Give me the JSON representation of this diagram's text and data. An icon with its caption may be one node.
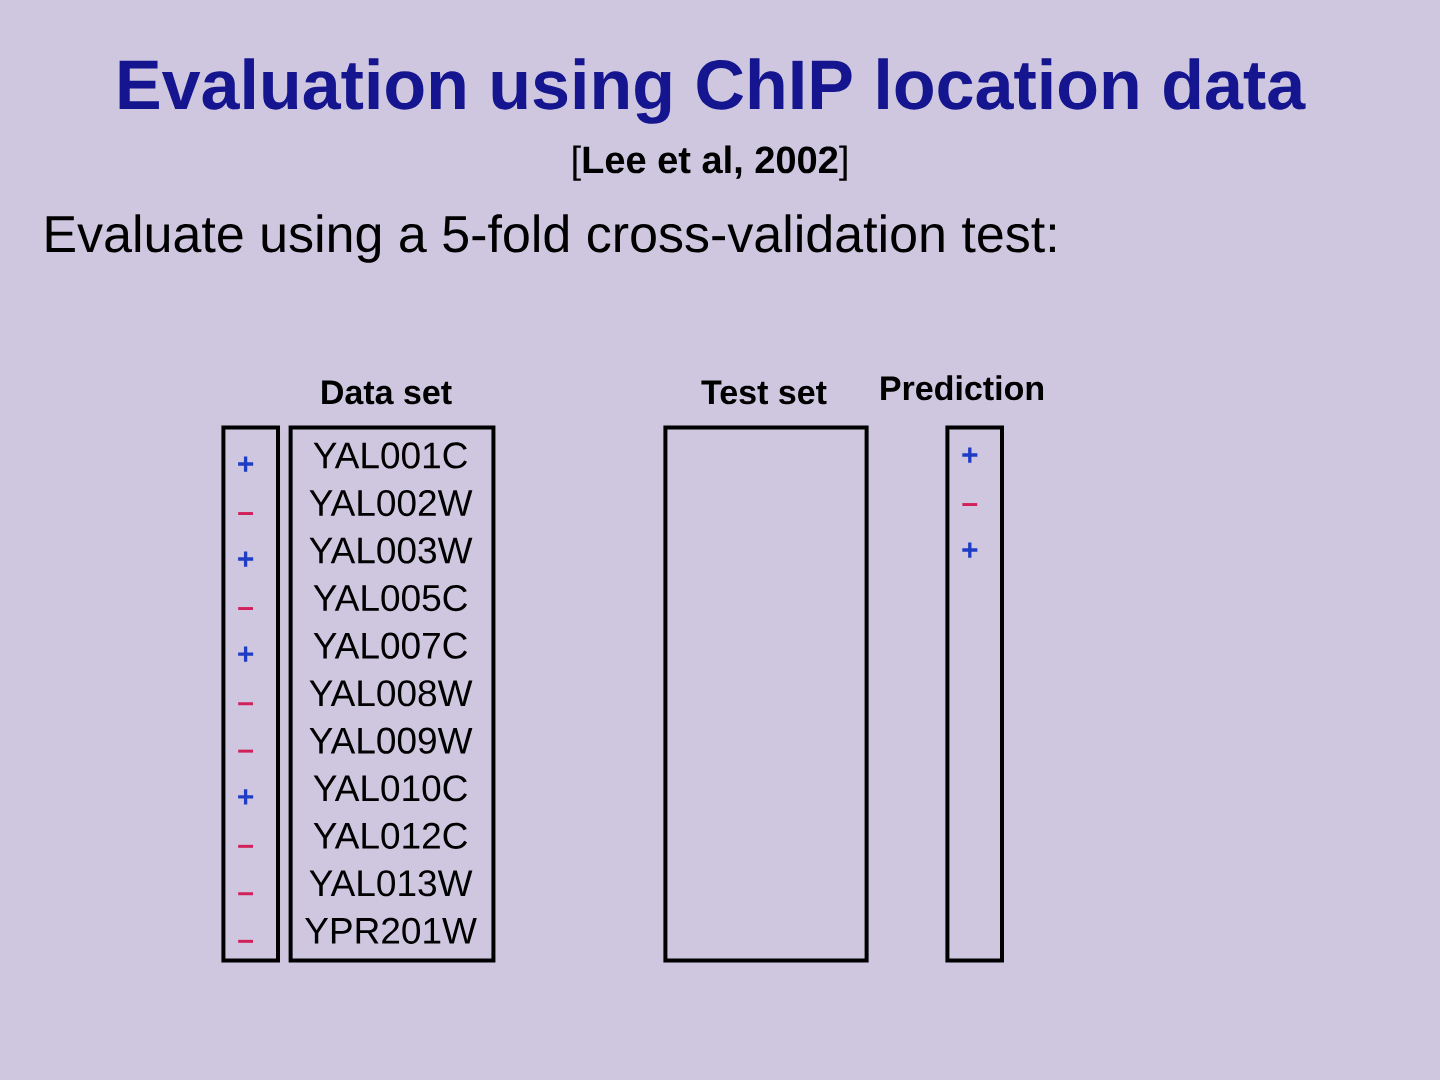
{
  "diagram": {
    "title": "Evaluation using ChIP location data",
    "nodes": [
      {
        "text": [
          "+",
          "–",
          "+",
          "–",
          "+",
          "–",
          "–",
          "+",
          "–",
          "–",
          "–"
        ]
      },
      {
        "text": [
          "Data set",
          "YAL001C",
          "YAL002W",
          "YAL003W",
          "YAL005C",
          "YAL007C",
          "YAL008W",
          "YAL009W",
          "YAL010C",
          "YAL012C",
          "YAL013W",
          "YPR201W"
        ]
      },
      {
        "text": [
          "Test set"
        ]
      },
      {
        "text": [
          "Prediction",
          "+",
          "–",
          "+"
        ]
      }
    ],
    "labels": [
      "[**Lee et al, 2002**]",
      "Evaluate using a 5-fold cross-validation test:"
    ]
  }
}
